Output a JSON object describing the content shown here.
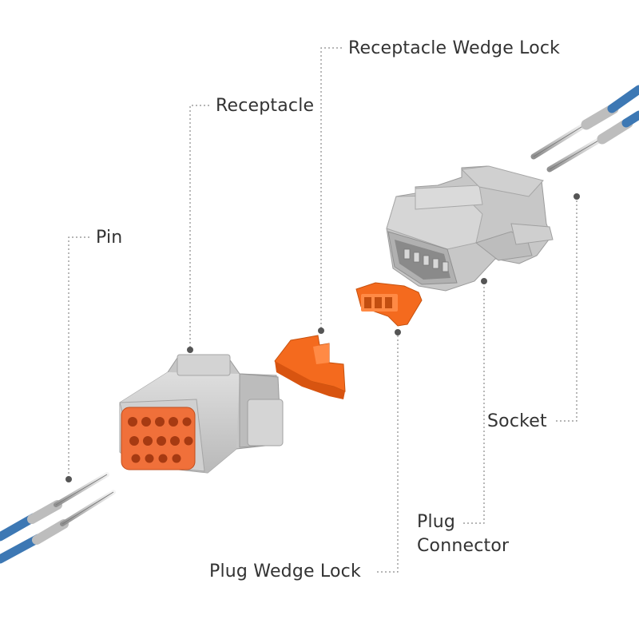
{
  "labels": {
    "receptacle_wedge_lock": "Receptacle Wedge Lock",
    "receptacle": "Receptacle",
    "pin": "Pin",
    "socket": "Socket",
    "plug_connector_line1": "Plug",
    "plug_connector_line2": "Connector",
    "plug_wedge_lock": "Plug Wedge Lock"
  },
  "colors": {
    "housing_grey": "#c9c9c9",
    "housing_shadow": "#a9a9a9",
    "wedge_orange": "#f46a1e",
    "wire_blue": "#3d78b4",
    "metal": "#d8d8d8",
    "leader": "#888888",
    "text": "#333333"
  }
}
